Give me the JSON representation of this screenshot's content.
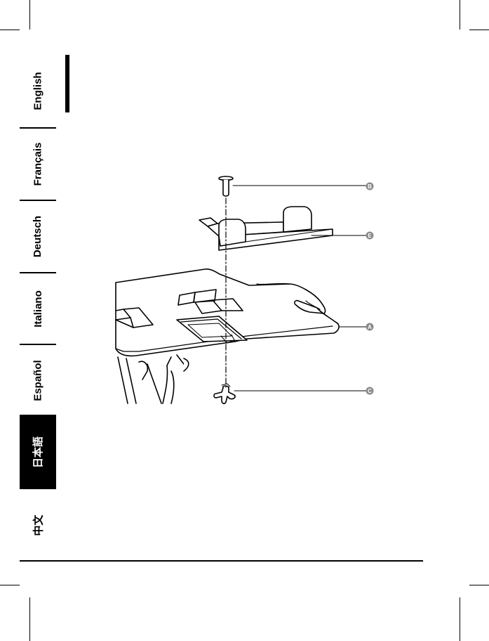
{
  "languages": [
    {
      "label": "English",
      "active": false
    },
    {
      "label": "Français",
      "active": false
    },
    {
      "label": "Deutsch",
      "active": false
    },
    {
      "label": "Italiano",
      "active": false
    },
    {
      "label": "Español",
      "active": false
    },
    {
      "label": "日本語",
      "active": true
    },
    {
      "label": "中文",
      "active": false
    }
  ],
  "diagram": {
    "callouts": {
      "b": "B",
      "e": "E",
      "a": "A",
      "c": "C"
    }
  }
}
